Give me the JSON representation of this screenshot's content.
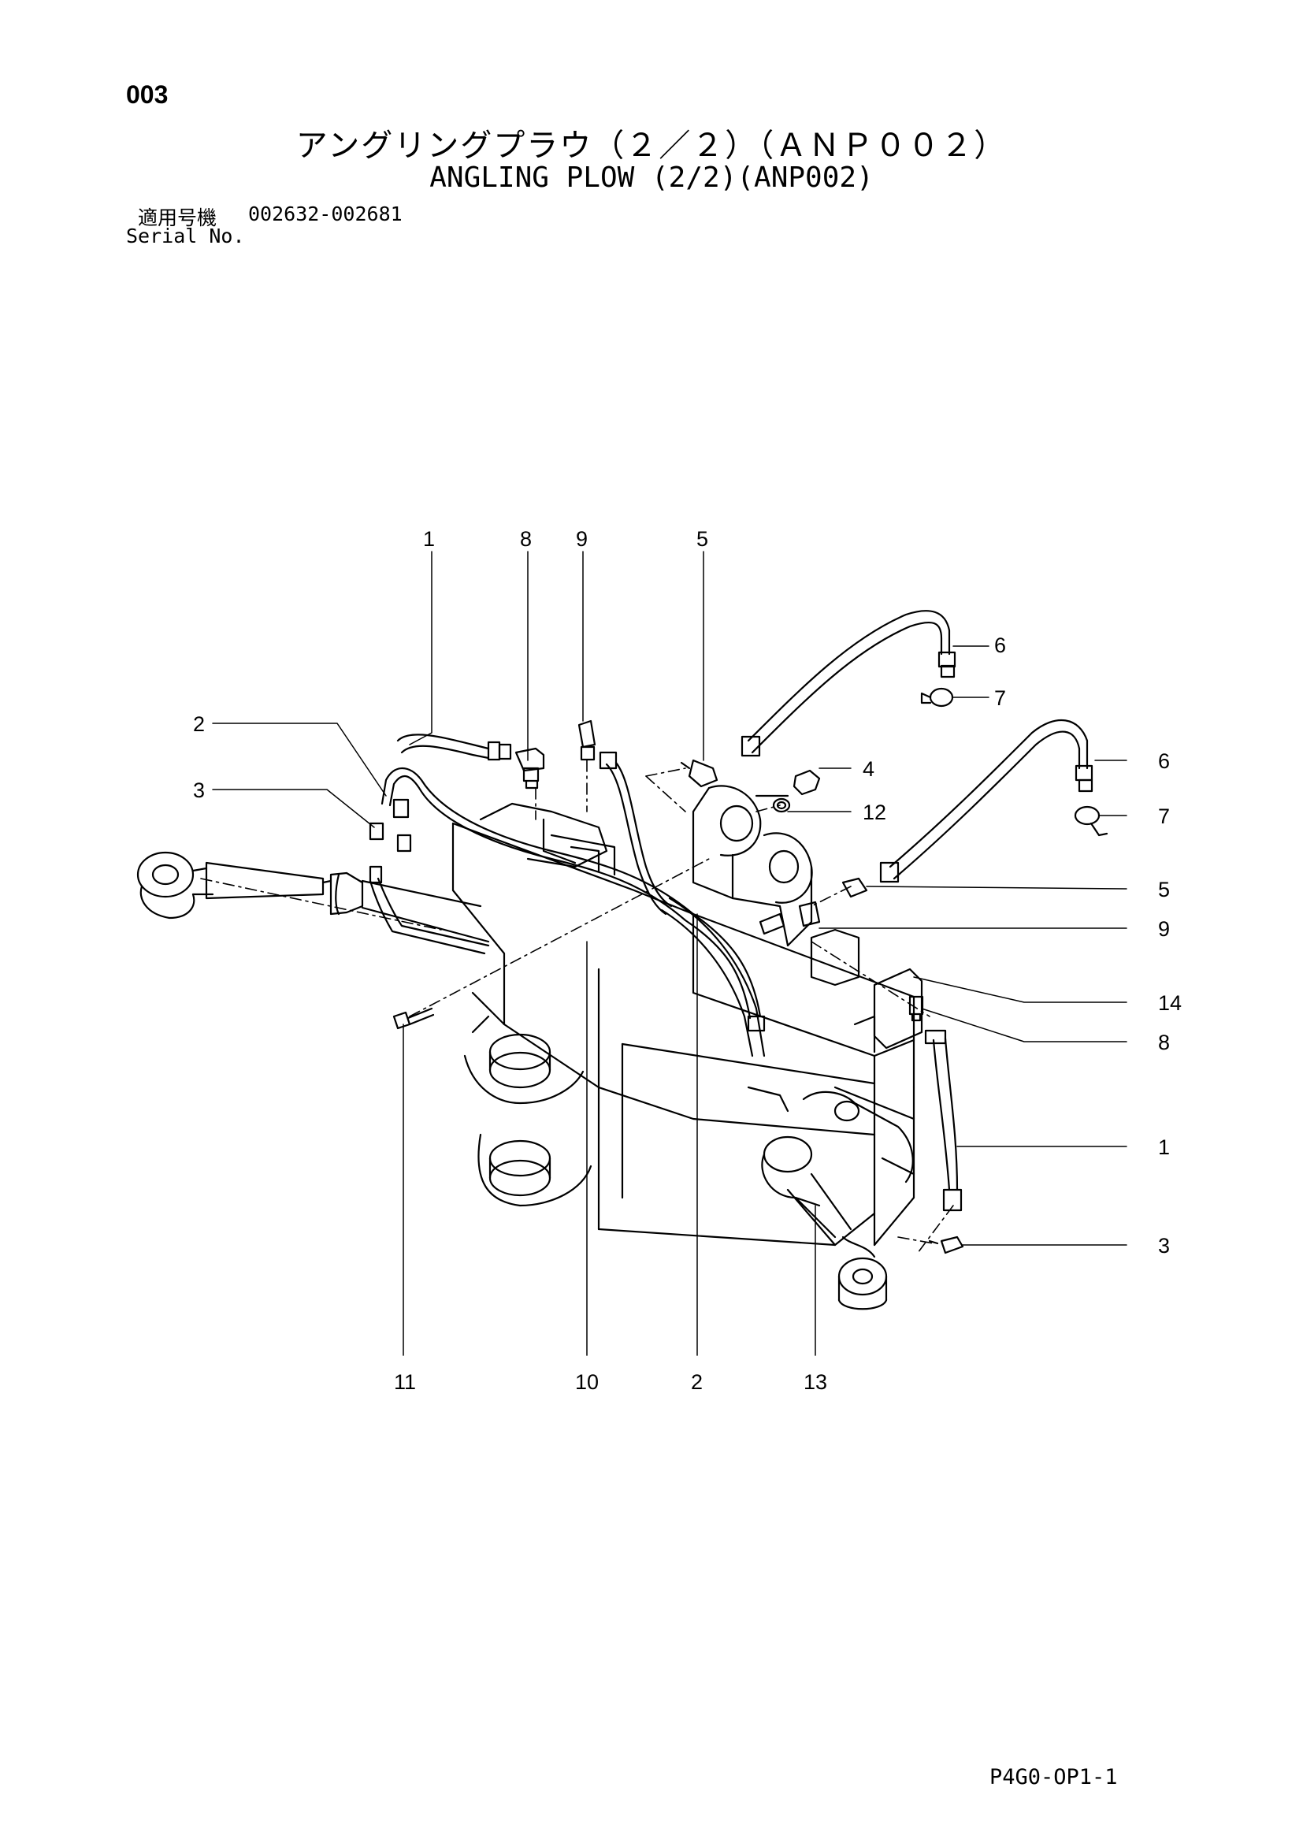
{
  "page": {
    "number": "003",
    "title_jp": "アングリングプラウ（２／２）（ＡＮＰ００２）",
    "title_en": "ANGLING PLOW (2/2)(ANP002)",
    "serial_label_jp": "適用号機",
    "serial_range": "002632-002681",
    "serial_label_en": "Serial No.",
    "doc_code": "P4G0-OP1-1"
  },
  "diagram": {
    "callouts": {
      "c1_top": "1",
      "c8_top": "8",
      "c9_top": "9",
      "c5_top": "5",
      "c2_left": "2",
      "c3_left": "3",
      "c6_a": "6",
      "c7_a": "7",
      "c4": "4",
      "c12": "12",
      "c6_b": "6",
      "c7_b": "7",
      "c5_right": "5",
      "c9_right": "9",
      "c14": "14",
      "c8_right": "8",
      "c1_right": "1",
      "c3_right": "3",
      "c11": "11",
      "c10": "10",
      "c2_bottom": "2",
      "c13": "13"
    }
  }
}
